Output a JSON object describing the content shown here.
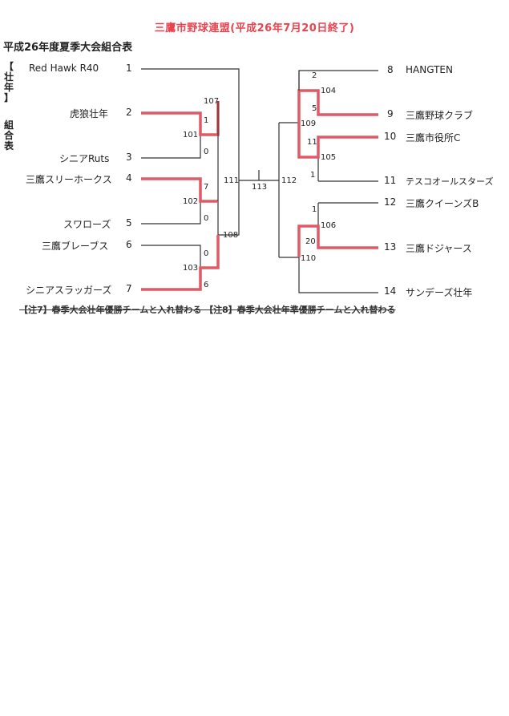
{
  "header": {
    "title": "三鷹市野球連盟(平成26年7月20日終了)",
    "subtitle": "平成26年度夏季大会組合表",
    "side_label_1": [
      "【",
      "壮",
      "年",
      "】"
    ],
    "side_label_2": [
      "組",
      "合",
      "表"
    ]
  },
  "left_teams": [
    {
      "num": "1",
      "name": "Red  Hawk  R40"
    },
    {
      "num": "2",
      "name": "虎狼壮年"
    },
    {
      "num": "3",
      "name": "シニアRuts"
    },
    {
      "num": "4",
      "name": "三鷹スリーホークス"
    },
    {
      "num": "5",
      "name": "スワローズ"
    },
    {
      "num": "6",
      "name": "三鷹ブレーブス"
    },
    {
      "num": "7",
      "name": "シニアスラッガーズ"
    }
  ],
  "right_teams": [
    {
      "num": "8",
      "name": "HANGTEN"
    },
    {
      "num": "9",
      "name": "三鷹野球クラブ"
    },
    {
      "num": "10",
      "name": "三鷹市役所C"
    },
    {
      "num": "11",
      "name": "テスコオールスターズ"
    },
    {
      "num": "12",
      "name": "三鷹クイーンズB"
    },
    {
      "num": "13",
      "name": "三鷹ドジャース"
    },
    {
      "num": "14",
      "name": "サンデーズ壮年"
    }
  ],
  "matches": {
    "m101": "101",
    "m102": "102",
    "m103": "103",
    "m104": "104",
    "m105": "105",
    "m106": "106",
    "m107": "107",
    "m108": "108",
    "m109": "109",
    "m110": "110",
    "m111": "111",
    "m112": "112",
    "m113": "113"
  },
  "scores": {
    "s101_top": "1",
    "s101_bot": "0",
    "s102_top": "7",
    "s102_bot": "0",
    "s103_top": "0",
    "s103_bot": "6",
    "s104_top": "2",
    "s104_bot": "5",
    "s105_top": "11",
    "s105_bot": "1",
    "s106_top": "1",
    "s106_bot": "20"
  },
  "note": "【注7】春季大会壮年優勝チームと入れ替わる 【注8】春季大会壮年準優勝チームと入れ替わる",
  "colors": {
    "title": "#e8434f",
    "winner_line": "#e05a66",
    "line": "#333333"
  }
}
